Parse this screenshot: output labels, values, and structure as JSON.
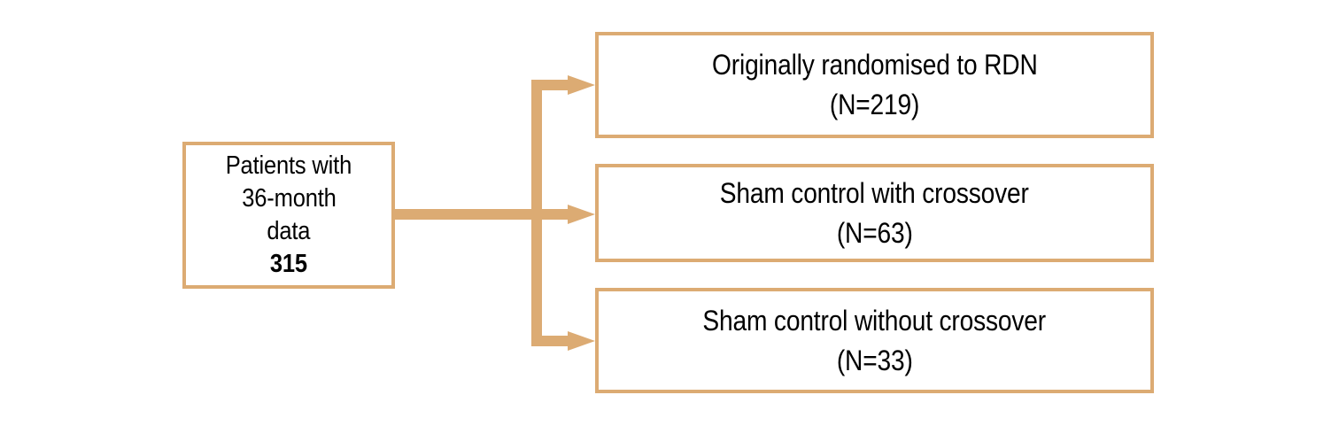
{
  "diagram": {
    "type": "flowchart",
    "orientation": "left-to-right",
    "colors": {
      "connector": "#dcab73",
      "box_border": "#dcab73",
      "box_fill": "#ffffff",
      "text": "#000000"
    },
    "source_node": {
      "name": "patients-with-36-month-data",
      "lines": [
        "Patients with",
        "36-month",
        "data"
      ],
      "count_label": "315"
    },
    "branches": [
      {
        "name": "originally-randomised-to-rdn",
        "title": "Originally randomised to RDN",
        "count": "(N=219)"
      },
      {
        "name": "sham-control-with-crossover",
        "title": "Sham control with crossover",
        "count": "(N=63)"
      },
      {
        "name": "sham-control-without-crossover",
        "title": "Sham control without crossover",
        "count": "(N=33)"
      }
    ]
  }
}
